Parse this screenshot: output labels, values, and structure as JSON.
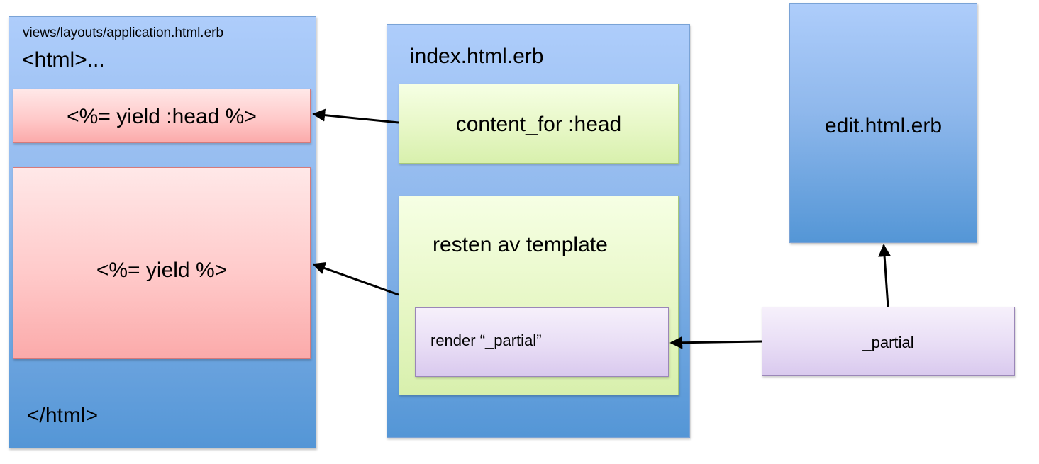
{
  "layout_box": {
    "filename": "views/layouts/application.html.erb",
    "open_tag": "<html>...",
    "close_tag": "</html>",
    "yield_head": "<%= yield :head %>",
    "yield_main": "<%= yield %>"
  },
  "index_box": {
    "filename": "index.html.erb",
    "content_for": "content_for :head",
    "rest": "resten av template",
    "render_call": "render “_partial”"
  },
  "edit_box": {
    "filename": "edit.html.erb"
  },
  "partial_box": {
    "label": "_partial"
  },
  "colors": {
    "blue": "#8fb8ec",
    "red": "#ffcaca",
    "green": "#e7f7c6",
    "purple": "#e8ddf5",
    "arrow": "#000000"
  }
}
